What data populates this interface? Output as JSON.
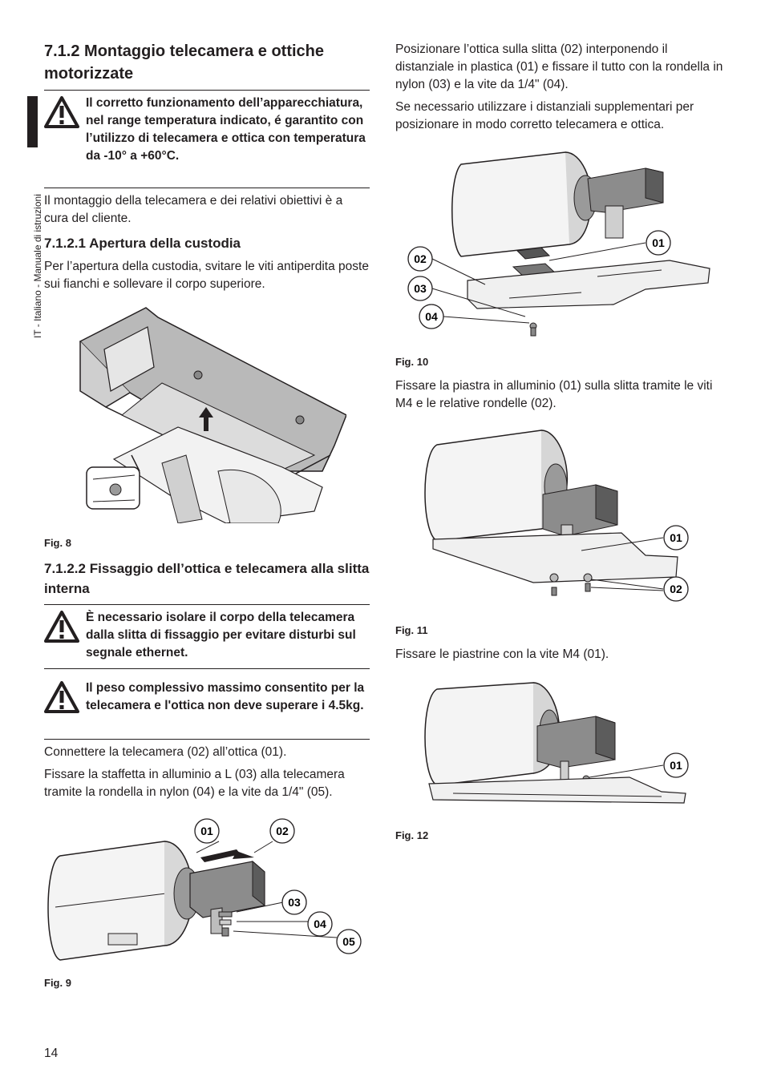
{
  "sidebar": {
    "label": "IT - Italiano - Manuale di istruzioni"
  },
  "left": {
    "heading": "7.1.2 Montaggio telecamera e ottiche motorizzate",
    "warning1": "Il corretto funzionamento dell’apparecchiatura, nel range temperatura indicato, é garantito con l’utilizzo di telecamera e ottica con temperatura da -10° a +60°C.",
    "para1": "Il montaggio della telecamera e dei relativi obiettivi è a cura del cliente.",
    "sub1": "7.1.2.1 Apertura della custodia",
    "para2": "Per l’apertura della custodia, svitare le viti antiperdita poste sui fianchi e sollevare il corpo superiore.",
    "fig8": "Fig. 8",
    "sub2": "7.1.2.2 Fissaggio dell’ottica e telecamera alla slitta interna",
    "warning2": "È necessario isolare il corpo della telecamera dalla slitta di fissaggio per evitare disturbi sul segnale ethernet.",
    "warning3": "Il peso complessivo massimo consentito per la telecamera e l'ottica non deve superare i 4.5kg.",
    "para3": "Connettere la telecamera (02) all’ottica (01).",
    "para4": "Fissare la staffetta in alluminio a L (03) alla telecamera tramite la rondella in nylon (04) e la vite da 1/4\" (05).",
    "fig9": "Fig. 9",
    "fig9_callouts": [
      "01",
      "02",
      "03",
      "04",
      "05"
    ]
  },
  "right": {
    "para1": "Posizionare l’ottica sulla slitta (02) interponendo il distanziale in plastica (01) e fissare il tutto con la rondella in nylon (03) e la vite da 1/4\" (04).",
    "para2": "Se necessario utilizzare i distanziali supplementari per posizionare in modo corretto telecamera e ottica.",
    "fig10": "Fig. 10",
    "fig10_callouts": [
      "01",
      "02",
      "03",
      "04"
    ],
    "para3": "Fissare la piastra in alluminio (01) sulla slitta tramite le viti M4 e le relative rondelle (02).",
    "fig11": "Fig. 11",
    "fig11_callouts": [
      "01",
      "02"
    ],
    "para4": "Fissare le piastrine con la vite M4 (01).",
    "fig12": "Fig. 12",
    "fig12_callouts": [
      "01"
    ]
  },
  "page_number": "14"
}
